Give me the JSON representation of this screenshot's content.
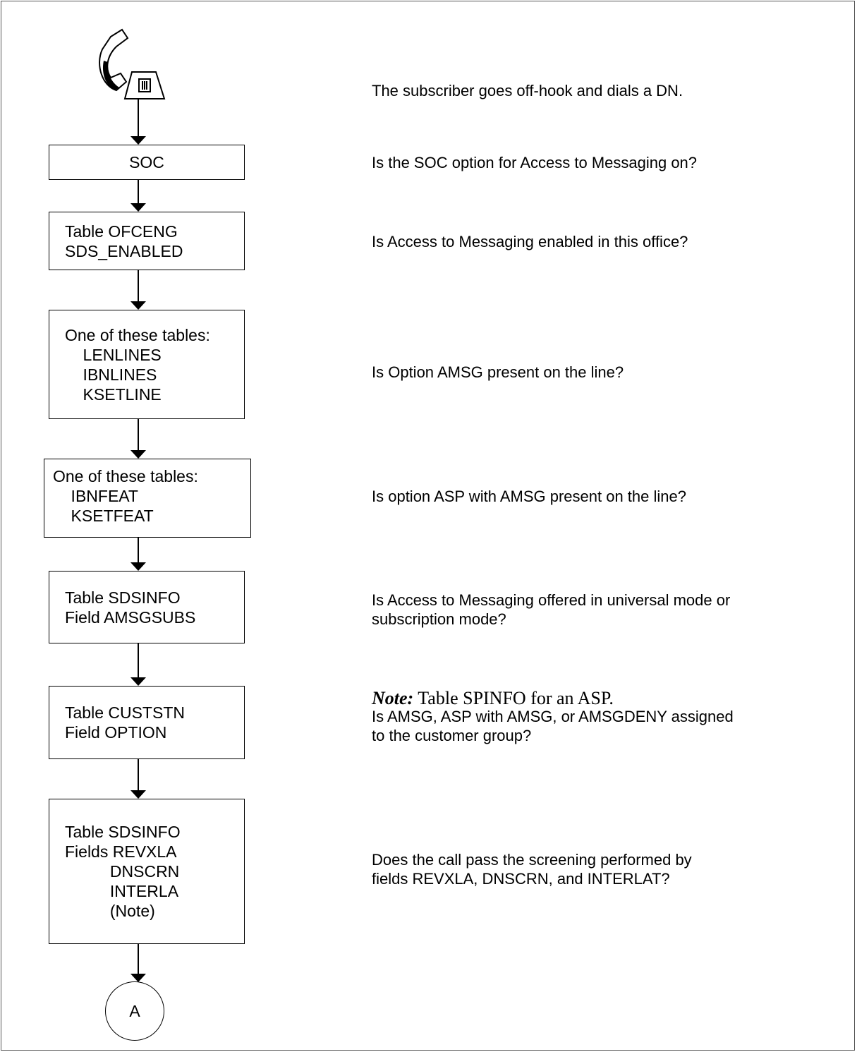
{
  "steps": [
    {
      "box": "SOC",
      "question": "Is the SOC option for Access to Messaging on?"
    },
    {
      "box": "Table OFCENG\nSDS_ENABLED",
      "question": "Is Access to Messaging enabled in this office?"
    },
    {
      "box": "One of these tables:\n    LENLINES\n    IBNLINES\n    KSETLINE",
      "question": "Is Option AMSG present on the line?"
    },
    {
      "box": "One of these tables:\n    IBNFEAT\n    KSETFEAT",
      "question": "Is option ASP with AMSG present on the line?"
    },
    {
      "box": "Table SDSINFO\nField AMSGSUBS",
      "question": "Is Access to Messaging offered in universal mode or\nsubscription mode?"
    },
    {
      "box": "Table CUSTSTN\nField OPTION",
      "question": "Is AMSG, ASP with AMSG, or AMSGDENY assigned\nto the customer group?"
    },
    {
      "box": "Table SDSINFO\nFields REVXLA\n          DNSCRN\n          INTERLA\n          (Note)",
      "question": "Does the call pass the screening performed by\nfields REVXLA, DNSCRN, and INTERLAT?"
    }
  ],
  "start_text": "The subscriber goes off-hook and dials a DN.",
  "note": {
    "label": "Note:",
    "text": " Table SPINFO for an ASP."
  },
  "connector": "A",
  "icons": {
    "start": "telephone-icon"
  }
}
